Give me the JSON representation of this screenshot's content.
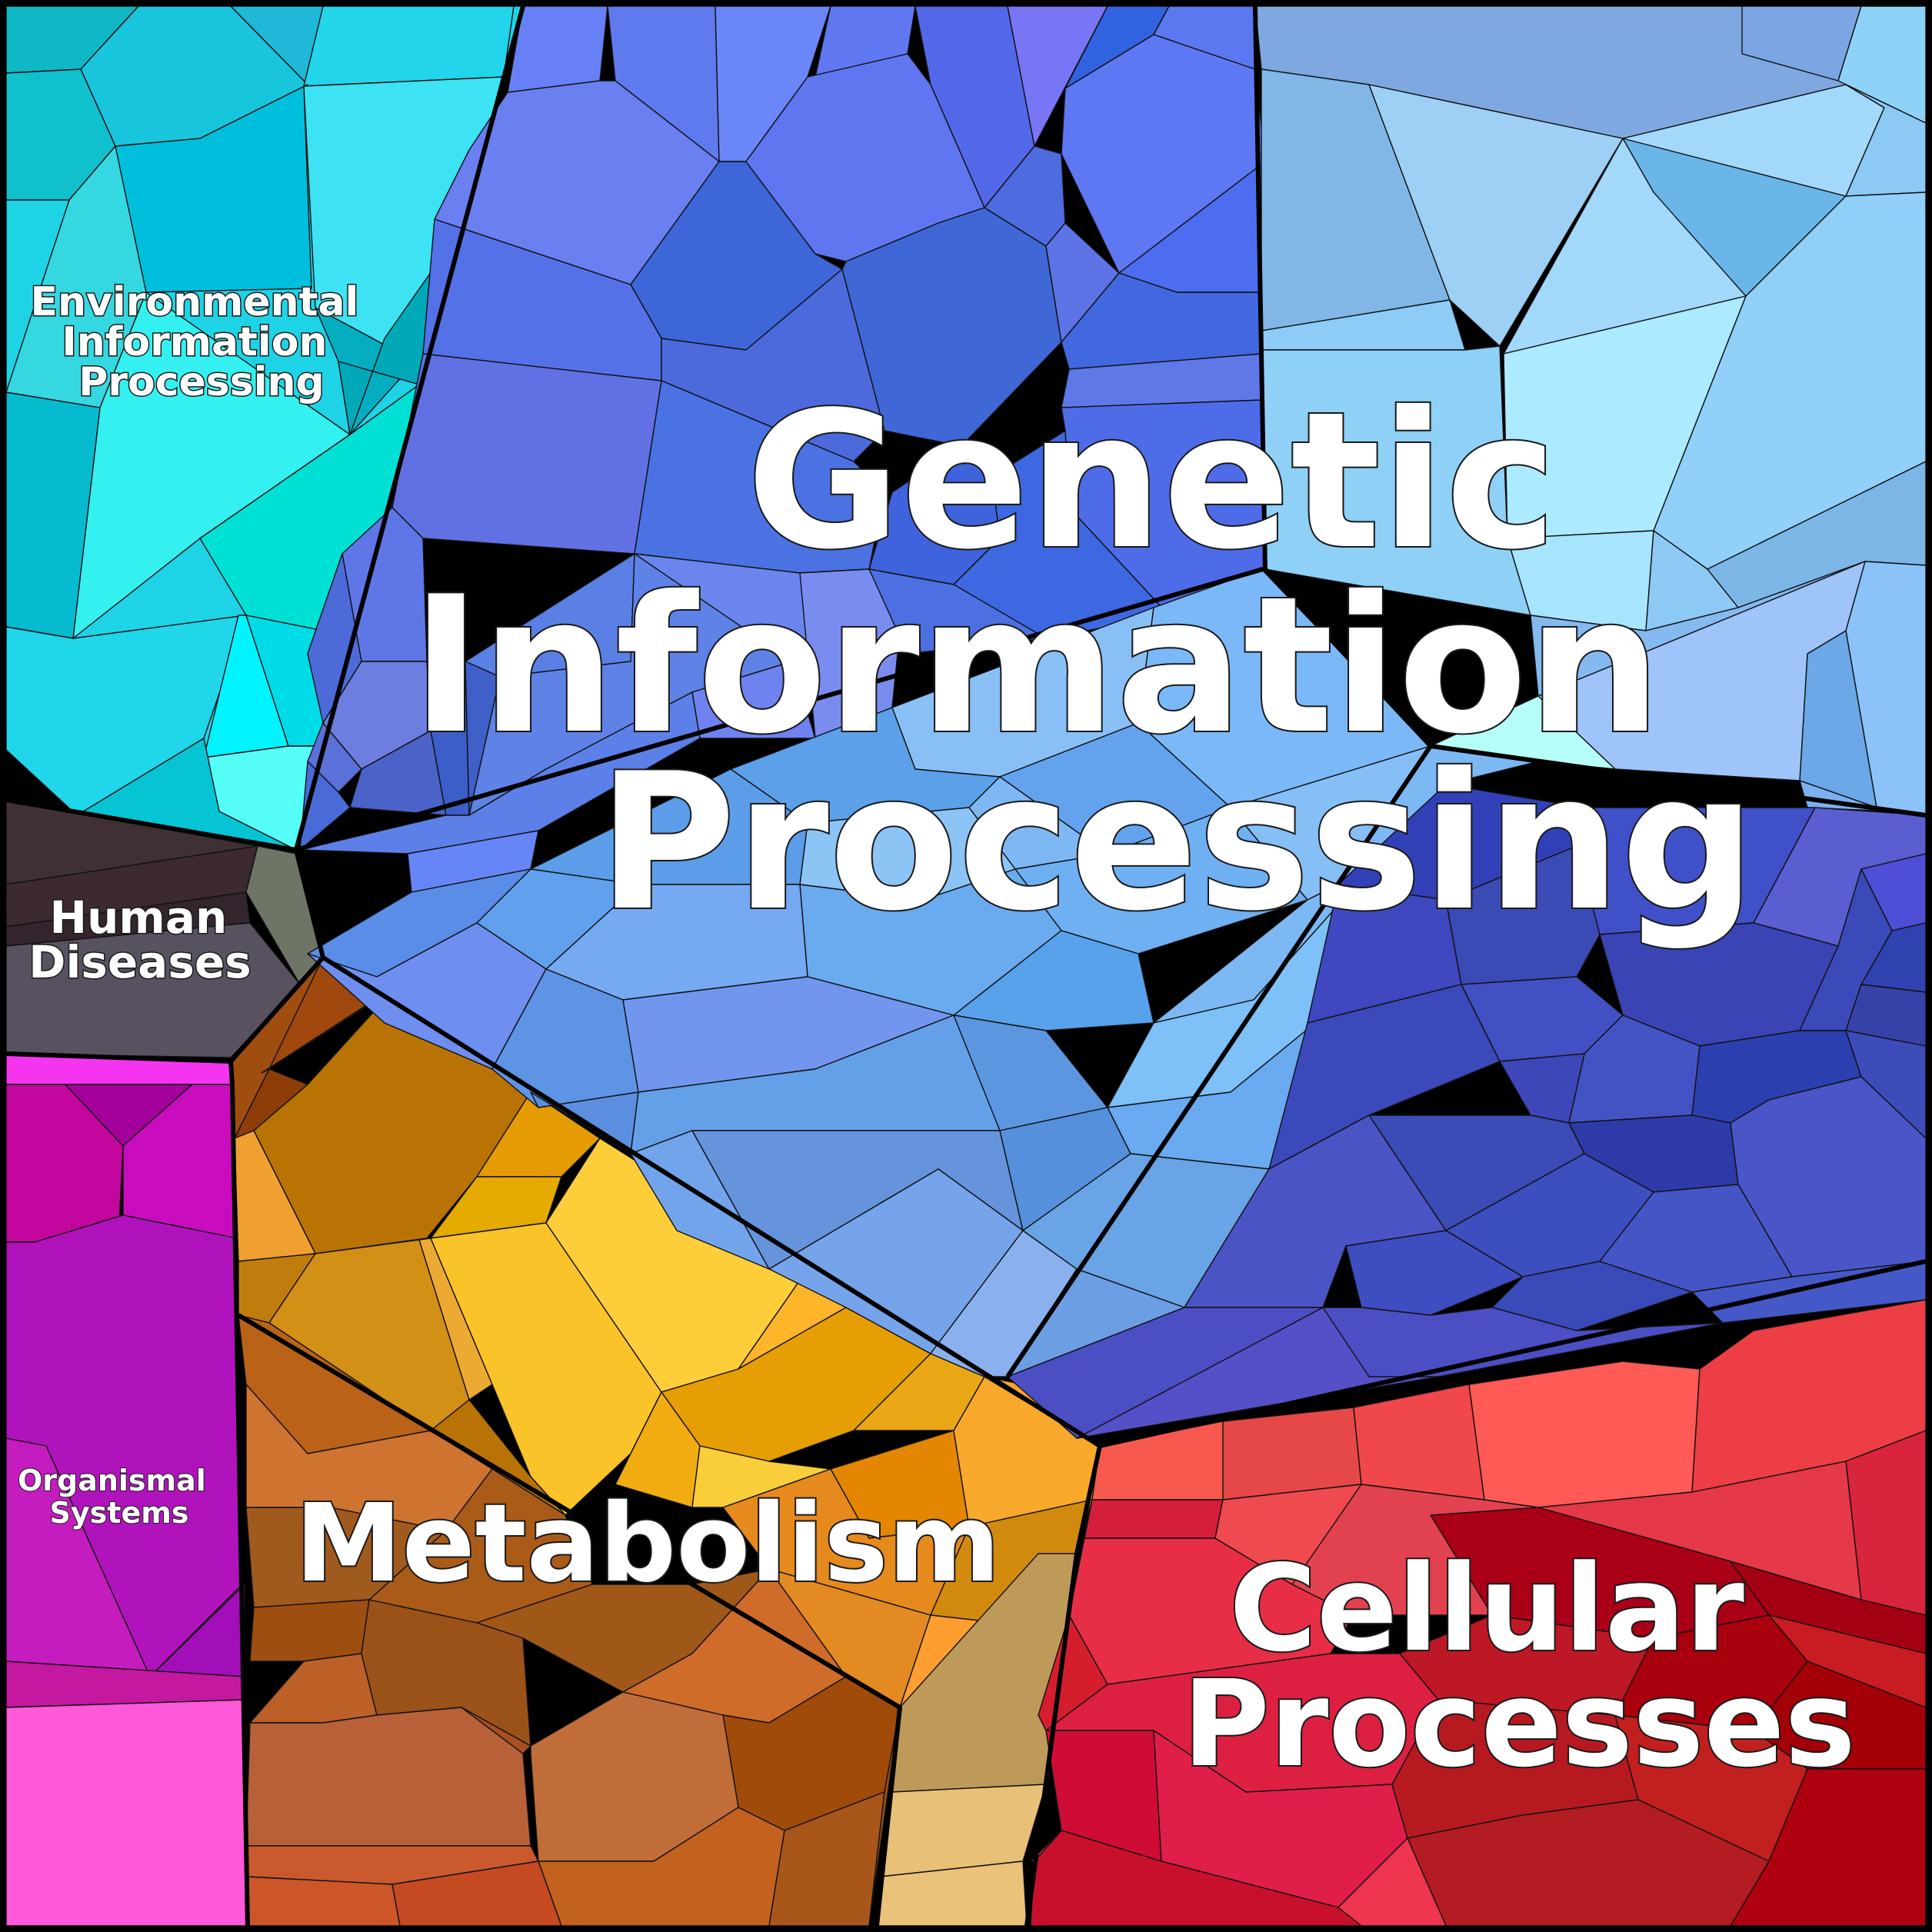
{
  "title": "",
  "categories": [
    {
      "key": "environmental",
      "lines": [
        "Environmental",
        "Information",
        "Processing"
      ],
      "color": "#1fd3e6"
    },
    {
      "key": "genetic",
      "lines": [
        "Genetic",
        "Information",
        "Processing"
      ],
      "color": "#5c7cf0"
    },
    {
      "key": "human",
      "lines": [
        "Human",
        "Diseases"
      ],
      "color": "#4a4450"
    },
    {
      "key": "organismal",
      "lines": [
        "Organismal",
        "Systems"
      ],
      "color": "#c51bbf"
    },
    {
      "key": "metabolism",
      "lines": [
        "Metabolism"
      ],
      "color": "#d9902a"
    },
    {
      "key": "cellular",
      "lines": [
        "Cellular",
        "Processes"
      ],
      "color": "#d8283e"
    }
  ]
}
